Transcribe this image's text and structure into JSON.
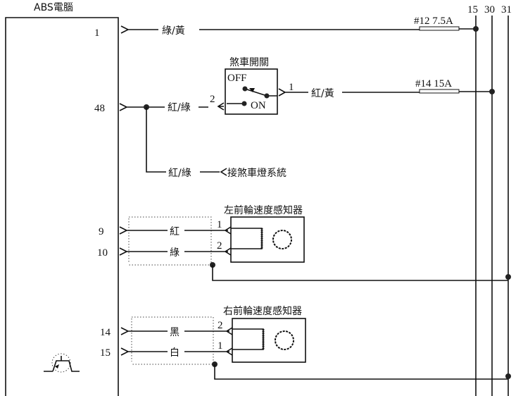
{
  "ecu": {
    "title": "ABS電腦"
  },
  "bus": {
    "t15": "15",
    "t30": "30",
    "t31": "31"
  },
  "pins": {
    "p1": "1",
    "p48": "48",
    "p9": "9",
    "p10": "10",
    "p14": "14",
    "p15": "15"
  },
  "wires": {
    "w1": "綠/黃",
    "w48": "紅/綠",
    "w48b": "紅/綠",
    "brake_light": "接煞車燈系統",
    "switch_out": "紅/黃",
    "w9": "紅",
    "w10": "綠",
    "w14": "黑",
    "w15": "白"
  },
  "fuses": {
    "f12": "#12  7.5A",
    "f14": "#14  15A"
  },
  "brake_switch": {
    "title": "煞車開關",
    "off": "OFF",
    "on": "ON",
    "pin_in": "2",
    "pin_out": "1"
  },
  "left_sensor": {
    "title": "左前輪速度感知器",
    "pin_a": "1",
    "pin_b": "2"
  },
  "right_sensor": {
    "title": "右前輪速度感知器",
    "pin_a": "2",
    "pin_b": "1"
  }
}
